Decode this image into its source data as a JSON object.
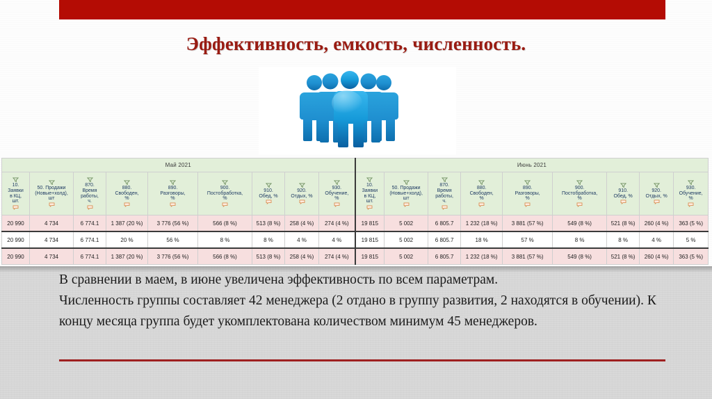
{
  "slide": {
    "title": "Эффективность, емкость, численность.",
    "accent_color": "#b40c04",
    "title_color": "#991b12",
    "rule_color": "#9e2020",
    "image_alt": "group-of-people-illustration"
  },
  "table": {
    "header_bg": "#e2efd9",
    "row_pink_bg": "#f7dfdf",
    "row_white_bg": "#ffffff",
    "months": [
      {
        "label": "Май 2021"
      },
      {
        "label": "Июнь 2021"
      }
    ],
    "columns": [
      {
        "code": "10.",
        "name": "Заявки в КЦ, шт.",
        "lines": [
          "10.",
          "Заявки",
          "в КЦ,",
          "шт."
        ]
      },
      {
        "code": "50.",
        "name": "Продажи (Новые+холд), шт",
        "lines": [
          "50. Продажи",
          "(Новые+холд),",
          "шт"
        ]
      },
      {
        "code": "870.",
        "name": "Время работы, ч.",
        "lines": [
          "870.",
          "Время",
          "работы,",
          "ч."
        ]
      },
      {
        "code": "880.",
        "name": "Свободен, %",
        "lines": [
          "880.",
          "Свободен,",
          "%"
        ]
      },
      {
        "code": "890.",
        "name": "Разговоры, %",
        "lines": [
          "890.",
          "Разговоры,",
          "%"
        ]
      },
      {
        "code": "900.",
        "name": "Постобработка, %",
        "lines": [
          "900.",
          "Постобработка,",
          "%"
        ]
      },
      {
        "code": "910.",
        "name": "Обед, %",
        "lines": [
          "910.",
          "Обед, %"
        ]
      },
      {
        "code": "920.",
        "name": "Отдых, %",
        "lines": [
          "920.",
          "Отдых, %"
        ]
      },
      {
        "code": "930.",
        "name": "Обучение, %",
        "lines": [
          "930.",
          "Обучение,",
          "%"
        ]
      }
    ],
    "rows": [
      {
        "style": "pink",
        "may": [
          "20 990",
          "4 734",
          "6 774.1",
          "1 387 (20 %)",
          "3 776 (56 %)",
          "566 (8 %)",
          "513 (8 %)",
          "258 (4 %)",
          "274 (4 %)"
        ],
        "june": [
          "19 815",
          "5 002",
          "6 805.7",
          "1 232 (18 %)",
          "3 881 (57 %)",
          "549 (8 %)",
          "521 (8 %)",
          "260 (4 %)",
          "363 (5 %)"
        ]
      },
      {
        "style": "white",
        "may": [
          "20 990",
          "4 734",
          "6 774.1",
          "20 %",
          "56 %",
          "8 %",
          "8 %",
          "4 %",
          "4 %"
        ],
        "june": [
          "19 815",
          "5 002",
          "6 805.7",
          "18 %",
          "57 %",
          "8 %",
          "8 %",
          "4 %",
          "5 %"
        ]
      },
      {
        "style": "pink",
        "may": [
          "20 990",
          "4 734",
          "6 774.1",
          "1 387 (20 %)",
          "3 776 (56 %)",
          "566 (8 %)",
          "513 (8 %)",
          "258 (4 %)",
          "274 (4 %)"
        ],
        "june": [
          "19 815",
          "5 002",
          "6 805.7",
          "1 232 (18 %)",
          "3 881 (57 %)",
          "549 (8 %)",
          "521 (8 %)",
          "260 (4 %)",
          "363 (5 %)"
        ]
      }
    ],
    "icons": {
      "filter": "filter-funnel-icon",
      "note": "comment-note-icon"
    }
  },
  "body": {
    "paragraph_1": "В сравнении в маем, в июне увеличена эффективность по всем параметрам.",
    "paragraph_2": "Численность группы составляет 42 менеджера (2 отдано в группу развития, 2 находятся в обучении). К концу месяца группа будет укомплектована количеством минимум 45 менеджеров."
  }
}
